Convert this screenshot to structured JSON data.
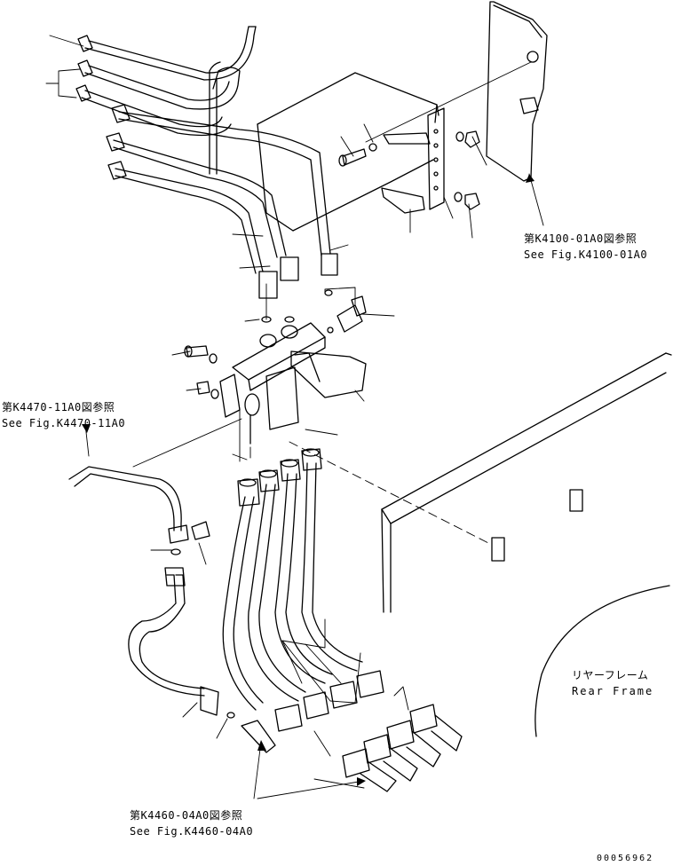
{
  "references": {
    "k4100": {
      "jp": "第K4100-01A0図参照",
      "en": "See Fig.K4100-01A0"
    },
    "k4470": {
      "jp": "第K4470-11A0図参照",
      "en": "See Fig.K4470-11A0"
    },
    "k4460": {
      "jp": "第K4460-04A0図参照",
      "en": "See Fig.K4460-04A0"
    }
  },
  "rear_frame": {
    "jp": "リヤーフレーム",
    "en": "Rear Frame"
  },
  "serial": "00056962"
}
